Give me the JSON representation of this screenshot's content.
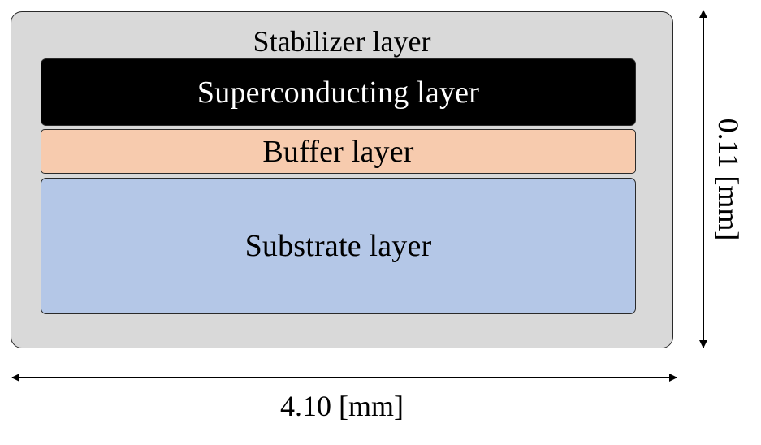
{
  "diagram": {
    "layers": {
      "stabilizer": {
        "label": "Stabilizer layer",
        "color": "#d9d9d9"
      },
      "superconducting": {
        "label": "Superconducting layer",
        "color": "#000000"
      },
      "buffer": {
        "label": "Buffer layer",
        "color": "#f7cbae"
      },
      "substrate": {
        "label": "Substrate layer",
        "color": "#b4c7e7"
      }
    },
    "dimensions": {
      "width_label": "4.10 [mm]",
      "thickness_label": "0.11 [mm]"
    }
  }
}
